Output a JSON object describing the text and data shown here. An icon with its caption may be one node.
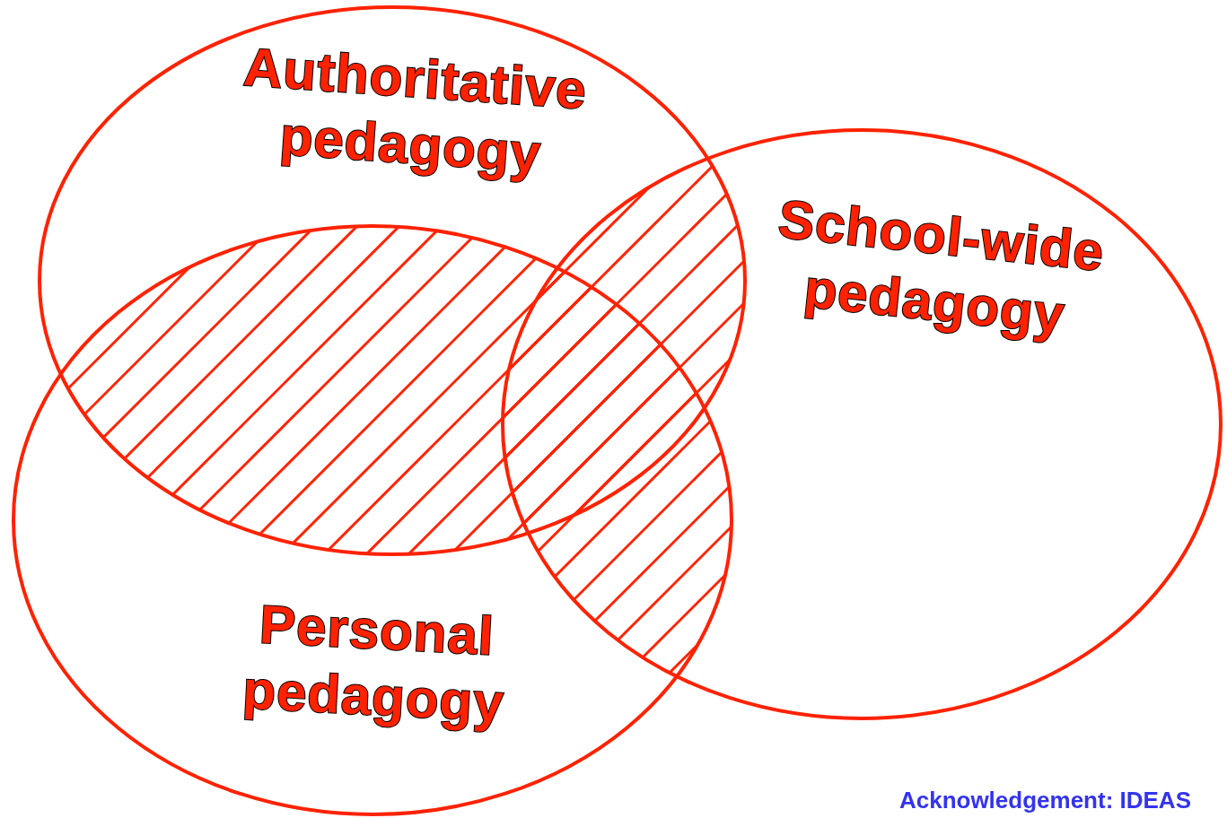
{
  "diagram": {
    "nodes": [
      {
        "text": [
          "Authoritative pedagogy"
        ]
      },
      {
        "text": [
          "Personal pedagogy"
        ]
      },
      {
        "text": [
          "School-wide pedagogy"
        ]
      }
    ],
    "labels": [
      "Acknowledgement: IDEAS"
    ]
  }
}
